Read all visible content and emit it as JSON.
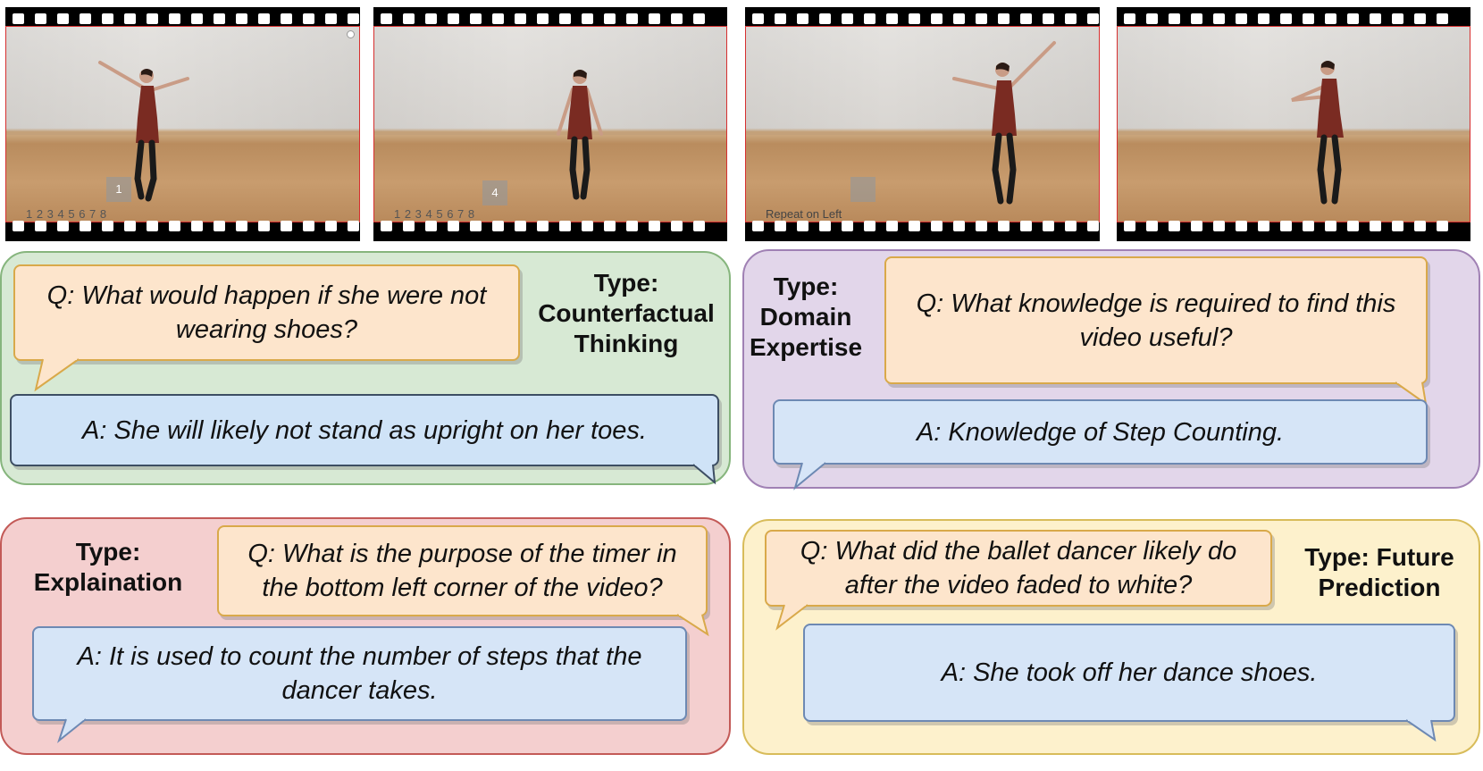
{
  "frames": [
    {
      "counter": "1 2 3 4 5 6 7 8",
      "box_label": "1"
    },
    {
      "counter": "1 2 3 4 5 6 7 8",
      "box_label": "4"
    },
    {
      "caption": "Repeat on Left",
      "box_label": ""
    },
    {}
  ],
  "panels": {
    "counterfactual": {
      "type": "Type:\nCounterfactual\nThinking",
      "question": "Q: What would happen if she were not wearing shoes?",
      "answer": "A: She will likely not stand as upright on her toes."
    },
    "domain": {
      "type": "Type:\nDomain\nExpertise",
      "question": "Q: What knowledge is required to find this video useful?",
      "answer": "A: Knowledge of Step Counting."
    },
    "explanation": {
      "type": "Type:\nExplaination",
      "question": "Q: What is the purpose of the timer in the bottom left corner of the video?",
      "answer": "A: It is used to count the number of steps that the dancer takes."
    },
    "future": {
      "type": "Type: Future\nPrediction",
      "question": "Q: What did the ballet dancer likely do after the video faded to white?",
      "answer": "A: She took off her dance shoes."
    }
  },
  "colors": {
    "green_panel": "#d7e9d4",
    "purple_panel": "#e2d6ea",
    "red_panel": "#f4cfcf",
    "yellow_panel": "#fdf1cc",
    "question_bubble": "#fde5cc",
    "answer_bubble": "#d6e5f7",
    "frame_border": "#d62f2f"
  }
}
